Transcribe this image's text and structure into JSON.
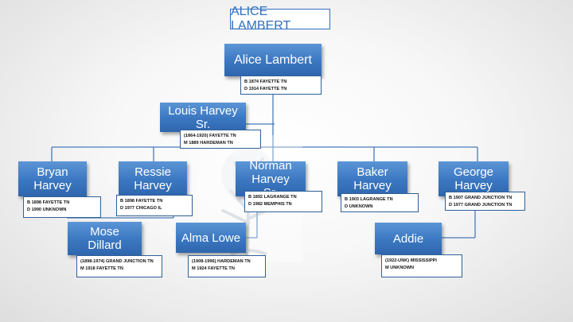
{
  "title": "ALICE LAMBERT",
  "colors": {
    "box_fill": "#3b77c1",
    "title_text": "#2e6fc0",
    "connector": "#4a7ab8"
  },
  "watermark_icon": "tree-icon",
  "people": {
    "alice": {
      "name": "Alice Lambert",
      "info": [
        "B 1874 FAYETTE  TN",
        "D 1914 FAYETTE TN"
      ]
    },
    "louis": {
      "name": "Louis Harvey Sr.",
      "info": [
        "(1864-1920) FAYETTE TN",
        "M 1889  HARDEMAN TN"
      ]
    },
    "bryan": {
      "name": "Bryan Harvey",
      "info": [
        "B 1898 FAYETTE TN",
        "D 1990 UNKNOWN"
      ]
    },
    "ressie": {
      "name": "Ressie Harvey",
      "info": [
        "B 1898 FAYETTE TN",
        "D 1977 CHICAGO IL"
      ]
    },
    "norman": {
      "name": "Norman Harvey Sr.",
      "info": [
        "B 1892 LAGRANGE TN",
        "D 1982 MEMPHIS TN"
      ]
    },
    "baker": {
      "name": "Baker Harvey",
      "info": [
        "B 1903 LAGRANGE TN",
        "D UNKNOWN"
      ]
    },
    "george": {
      "name": "George Harvey",
      "info": [
        "B 1907 GRAND JUNCTION TN",
        "D 1977 GRAND JUNCTION TN"
      ]
    },
    "mose": {
      "name": "Mose Dillard",
      "info": [
        "(1898-1974) GRAND JUNCTION TN",
        "M 1918 FAYETTE TN"
      ]
    },
    "alma": {
      "name": "Alma Lowe",
      "info": [
        "(1908-1996) HARDEMAN TN",
        "M 1924 FAYETTE TN"
      ]
    },
    "addie": {
      "name": "Addie",
      "info": [
        "(1922-UNK) MISSISSIPPI",
        "M UNKNOWN"
      ]
    }
  }
}
